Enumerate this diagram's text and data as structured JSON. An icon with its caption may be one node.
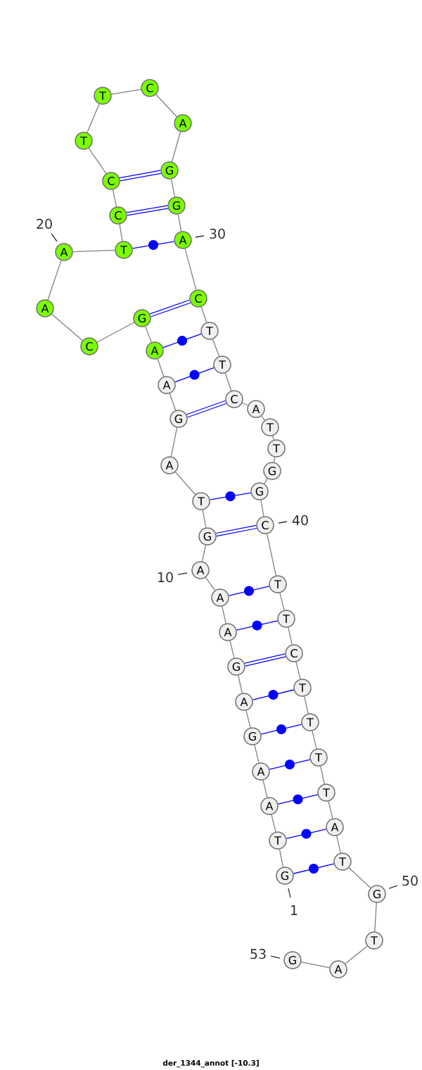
{
  "diagram": {
    "caption": "der_1344_annot [-10.3]",
    "nodes": [
      {
        "text": [
          "G"
        ],
        "beside": [
          "1"
        ]
      },
      {
        "text": [
          "T"
        ]
      },
      {
        "text": [
          "A"
        ]
      },
      {
        "text": [
          "A"
        ]
      },
      {
        "text": [
          "G"
        ]
      },
      {
        "text": [
          "A"
        ]
      },
      {
        "text": [
          "G"
        ]
      },
      {
        "text": [
          "A"
        ]
      },
      {
        "text": [
          "A"
        ]
      },
      {
        "text": [
          "A"
        ],
        "beside": [
          "10"
        ]
      },
      {
        "text": [
          "G"
        ]
      },
      {
        "text": [
          "T"
        ]
      },
      {
        "text": [
          "A"
        ]
      },
      {
        "text": [
          "G"
        ]
      },
      {
        "text": [
          "A"
        ]
      },
      {
        "text": [
          "A"
        ]
      },
      {
        "text": [
          "G"
        ]
      },
      {
        "text": [
          "C"
        ]
      },
      {
        "text": [
          "A"
        ]
      },
      {
        "text": [
          "A"
        ],
        "beside": [
          "20"
        ]
      },
      {
        "text": [
          "T"
        ]
      },
      {
        "text": [
          "C"
        ]
      },
      {
        "text": [
          "C"
        ]
      },
      {
        "text": [
          "T"
        ]
      },
      {
        "text": [
          "T"
        ]
      },
      {
        "text": [
          "C"
        ]
      },
      {
        "text": [
          "A"
        ]
      },
      {
        "text": [
          "G"
        ]
      },
      {
        "text": [
          "G"
        ]
      },
      {
        "text": [
          "A"
        ],
        "beside": [
          "30"
        ]
      },
      {
        "text": [
          "C"
        ]
      },
      {
        "text": [
          "T"
        ]
      },
      {
        "text": [
          "T"
        ]
      },
      {
        "text": [
          "C"
        ]
      },
      {
        "text": [
          "A"
        ]
      },
      {
        "text": [
          "T"
        ]
      },
      {
        "text": [
          "T"
        ]
      },
      {
        "text": [
          "G"
        ]
      },
      {
        "text": [
          "G"
        ]
      },
      {
        "text": [
          "C"
        ],
        "beside": [
          "40"
        ]
      },
      {
        "text": [
          "T"
        ]
      },
      {
        "text": [
          "T"
        ]
      },
      {
        "text": [
          "C"
        ]
      },
      {
        "text": [
          "T"
        ]
      },
      {
        "text": [
          "T"
        ]
      },
      {
        "text": [
          "T"
        ]
      },
      {
        "text": [
          "T"
        ]
      },
      {
        "text": [
          "A"
        ]
      },
      {
        "text": [
          "T"
        ]
      },
      {
        "text": [
          "G"
        ],
        "beside": [
          "50"
        ]
      },
      {
        "text": [
          "T"
        ]
      },
      {
        "text": [
          "A"
        ]
      },
      {
        "text": [
          "G"
        ],
        "beside": [
          "53"
        ]
      }
    ],
    "edges": [
      {
        "from": 0,
        "to": 1,
        "arrow": "none"
      },
      {
        "from": 1,
        "to": 2,
        "arrow": "none"
      },
      {
        "from": 2,
        "to": 3,
        "arrow": "none"
      },
      {
        "from": 3,
        "to": 4,
        "arrow": "none"
      },
      {
        "from": 4,
        "to": 5,
        "arrow": "none"
      },
      {
        "from": 5,
        "to": 6,
        "arrow": "none"
      },
      {
        "from": 6,
        "to": 7,
        "arrow": "none"
      },
      {
        "from": 7,
        "to": 8,
        "arrow": "none"
      },
      {
        "from": 8,
        "to": 9,
        "arrow": "none"
      },
      {
        "from": 9,
        "to": 10,
        "arrow": "none"
      },
      {
        "from": 10,
        "to": 11,
        "arrow": "none"
      },
      {
        "from": 11,
        "to": 12,
        "arrow": "none"
      },
      {
        "from": 12,
        "to": 13,
        "arrow": "none"
      },
      {
        "from": 13,
        "to": 14,
        "arrow": "none"
      },
      {
        "from": 14,
        "to": 15,
        "arrow": "none"
      },
      {
        "from": 15,
        "to": 16,
        "arrow": "none"
      },
      {
        "from": 16,
        "to": 17,
        "arrow": "none"
      },
      {
        "from": 17,
        "to": 18,
        "arrow": "none"
      },
      {
        "from": 18,
        "to": 19,
        "arrow": "none"
      },
      {
        "from": 19,
        "to": 20,
        "arrow": "none"
      },
      {
        "from": 20,
        "to": 21,
        "arrow": "none"
      },
      {
        "from": 21,
        "to": 22,
        "arrow": "none"
      },
      {
        "from": 22,
        "to": 23,
        "arrow": "none"
      },
      {
        "from": 23,
        "to": 24,
        "arrow": "none"
      },
      {
        "from": 24,
        "to": 25,
        "arrow": "none"
      },
      {
        "from": 25,
        "to": 26,
        "arrow": "none"
      },
      {
        "from": 26,
        "to": 27,
        "arrow": "none"
      },
      {
        "from": 27,
        "to": 28,
        "arrow": "none"
      },
      {
        "from": 28,
        "to": 29,
        "arrow": "none"
      },
      {
        "from": 29,
        "to": 30,
        "arrow": "none"
      },
      {
        "from": 30,
        "to": 31,
        "arrow": "none"
      },
      {
        "from": 31,
        "to": 32,
        "arrow": "none"
      },
      {
        "from": 32,
        "to": 33,
        "arrow": "none"
      },
      {
        "from": 33,
        "to": 34,
        "arrow": "none"
      },
      {
        "from": 34,
        "to": 35,
        "arrow": "none"
      },
      {
        "from": 35,
        "to": 36,
        "arrow": "none"
      },
      {
        "from": 36,
        "to": 37,
        "arrow": "none"
      },
      {
        "from": 37,
        "to": 38,
        "arrow": "none"
      },
      {
        "from": 38,
        "to": 39,
        "arrow": "none"
      },
      {
        "from": 39,
        "to": 40,
        "arrow": "none"
      },
      {
        "from": 40,
        "to": 41,
        "arrow": "none"
      },
      {
        "from": 41,
        "to": 42,
        "arrow": "none"
      },
      {
        "from": 42,
        "to": 43,
        "arrow": "none"
      },
      {
        "from": 43,
        "to": 44,
        "arrow": "none"
      },
      {
        "from": 44,
        "to": 45,
        "arrow": "none"
      },
      {
        "from": 45,
        "to": 46,
        "arrow": "none"
      },
      {
        "from": 46,
        "to": 47,
        "arrow": "none"
      },
      {
        "from": 47,
        "to": 48,
        "arrow": "none"
      },
      {
        "from": 48,
        "to": 49,
        "arrow": "none"
      },
      {
        "from": 49,
        "to": 50,
        "arrow": "none"
      },
      {
        "from": 50,
        "to": 51,
        "arrow": "none"
      },
      {
        "from": 51,
        "to": 52,
        "arrow": "none"
      },
      {
        "from": 0,
        "to": 48,
        "arrow": "none",
        "color": "#0000ff"
      },
      {
        "from": 1,
        "to": 47,
        "arrow": "none",
        "color": "#0000ff"
      },
      {
        "from": 2,
        "to": 46,
        "arrow": "none",
        "color": "#0000ff"
      },
      {
        "from": 3,
        "to": 45,
        "arrow": "none",
        "color": "#0000ff"
      },
      {
        "from": 4,
        "to": 44,
        "arrow": "none",
        "color": "#0000ff"
      },
      {
        "from": 5,
        "to": 43,
        "arrow": "none",
        "color": "#0000ff"
      },
      {
        "from": 6,
        "to": 42,
        "arrow": "none",
        "color": "#0000ff",
        "style": "thick"
      },
      {
        "from": 7,
        "to": 41,
        "arrow": "none",
        "color": "#0000ff"
      },
      {
        "from": 8,
        "to": 40,
        "arrow": "none",
        "color": "#0000ff"
      },
      {
        "from": 10,
        "to": 39,
        "arrow": "none",
        "color": "#0000ff",
        "style": "thick"
      },
      {
        "from": 11,
        "to": 38,
        "arrow": "none",
        "color": "#0000ff"
      },
      {
        "from": 13,
        "to": 33,
        "arrow": "none",
        "color": "#0000ff",
        "style": "thick"
      },
      {
        "from": 14,
        "to": 32,
        "arrow": "none",
        "color": "#0000ff"
      },
      {
        "from": 15,
        "to": 31,
        "arrow": "none",
        "color": "#0000ff"
      },
      {
        "from": 16,
        "to": 30,
        "arrow": "none",
        "color": "#0000ff",
        "style": "thick"
      },
      {
        "from": 20,
        "to": 29,
        "arrow": "none",
        "color": "#0000ff"
      },
      {
        "from": 21,
        "to": 28,
        "arrow": "none",
        "color": "#0000ff",
        "style": "thick"
      },
      {
        "from": 22,
        "to": 27,
        "arrow": "none",
        "color": "#0000ff",
        "style": "thick"
      }
    ]
  }
}
